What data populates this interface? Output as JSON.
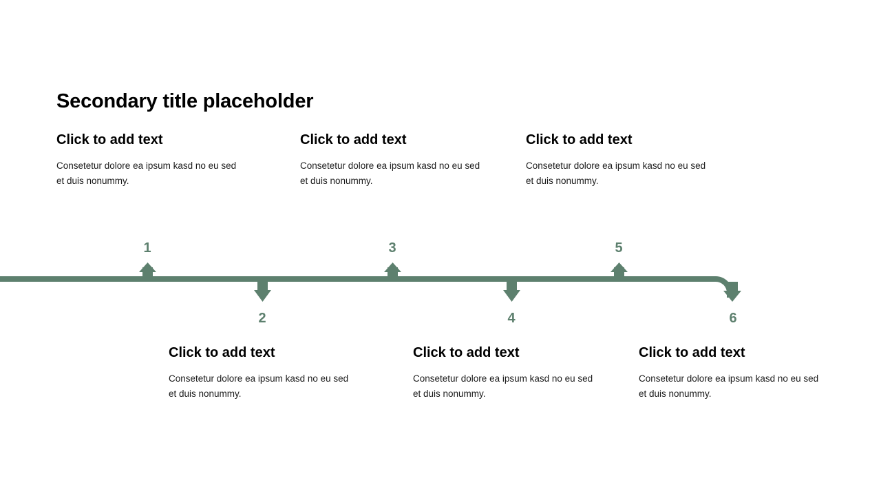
{
  "slide": {
    "title": "Secondary title placeholder",
    "accent_color": "#5d806e",
    "text_color": "#000000",
    "background_color": "#ffffff"
  },
  "top_blocks": [
    {
      "heading": "Click to add text",
      "body": "Consetetur dolore ea ipsum kasd no eu sed et duis nonummy."
    },
    {
      "heading": "Click to add text",
      "body": "Consetetur dolore ea ipsum kasd no eu sed et duis nonummy."
    },
    {
      "heading": "Click to add text",
      "body": "Consetetur dolore ea ipsum kasd no eu sed et duis nonummy."
    }
  ],
  "bottom_blocks": [
    {
      "heading": "Click to add text",
      "body": "Consetetur dolore ea ipsum kasd no eu sed et duis nonummy."
    },
    {
      "heading": "Click to add text",
      "body": "Consetetur dolore ea ipsum kasd no eu sed et duis nonummy."
    },
    {
      "heading": "Click to add text",
      "body": "Consetetur dolore ea ipsum kasd no eu sed et duis nonummy."
    }
  ],
  "timeline": {
    "steps": [
      {
        "label": "1",
        "direction": "up"
      },
      {
        "label": "2",
        "direction": "down"
      },
      {
        "label": "3",
        "direction": "up"
      },
      {
        "label": "4",
        "direction": "down"
      },
      {
        "label": "5",
        "direction": "up"
      },
      {
        "label": "6",
        "direction": "down"
      }
    ]
  }
}
